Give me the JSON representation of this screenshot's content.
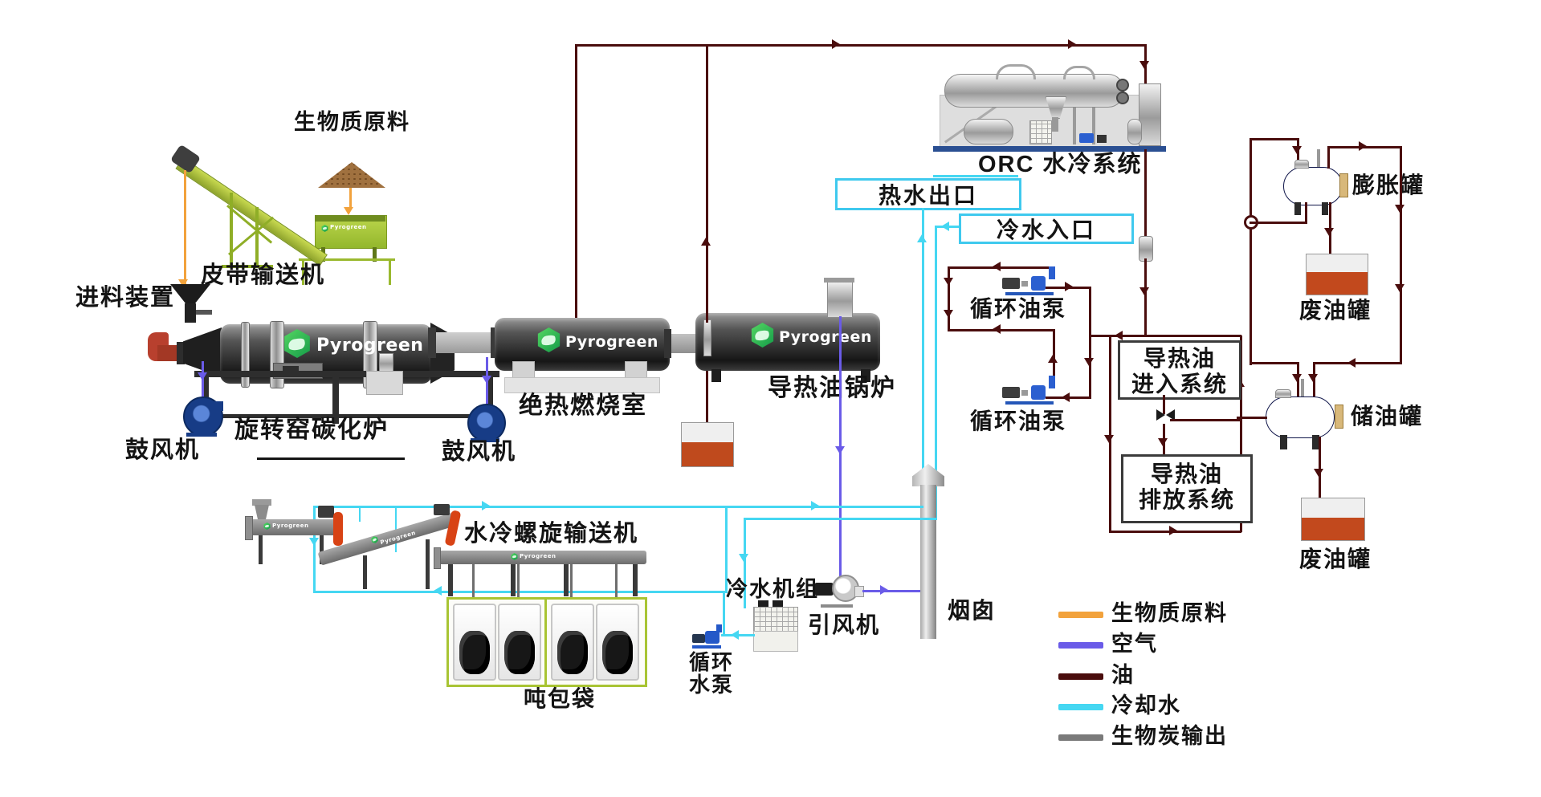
{
  "labels": {
    "brand": "Pyrogreen",
    "biomass": "生物质原料",
    "belt_conveyor": "皮带输送机",
    "feeder": "进料装置",
    "blower1": "鼓风机",
    "rotary_kiln": "旋转窑碳化炉",
    "blower2": "鼓风机",
    "combustion_chamber": "绝热燃烧室",
    "oil_boiler": "导热油锅炉",
    "orc": "ORC 水冷系统",
    "hot_water_out": "热水出口",
    "cold_water_in": "冷水入口",
    "oil_pump1": "循环油泵",
    "oil_pump2": "循环油泵",
    "expansion_tank": "膨胀罐",
    "waste_oil_tank1": "废油罐",
    "oil_fill_l1": "导热油",
    "oil_fill_l2": "进入系统",
    "storage_tank": "储油罐",
    "oil_drain_l1": "导热油",
    "oil_drain_l2": "排放系统",
    "waste_oil_tank2": "废油罐",
    "screw_conveyor": "水冷螺旋输送机",
    "chiller": "冷水机组",
    "draft_fan": "引风机",
    "chimney": "烟囱",
    "circ_pump_l1": "循环",
    "circ_pump_l2": "水泵",
    "ton_bags": "吨包袋"
  },
  "legend": {
    "items": [
      {
        "label": "生物质原料",
        "color": "#F2A23C"
      },
      {
        "label": "空气",
        "color": "#6A5BE8"
      },
      {
        "label": "油",
        "color": "#4A0D0D"
      },
      {
        "label": "冷却水",
        "color": "#45D7F2"
      },
      {
        "label": "生物炭输出",
        "color": "#7A7A7A"
      }
    ]
  },
  "colors": {
    "biomass": "#F2A23C",
    "air": "#6A5BE8",
    "oil": "#4A0D0D",
    "water": "#45D7F2",
    "biochar": "#7A7A7A",
    "brand_green": "#23B14D"
  }
}
